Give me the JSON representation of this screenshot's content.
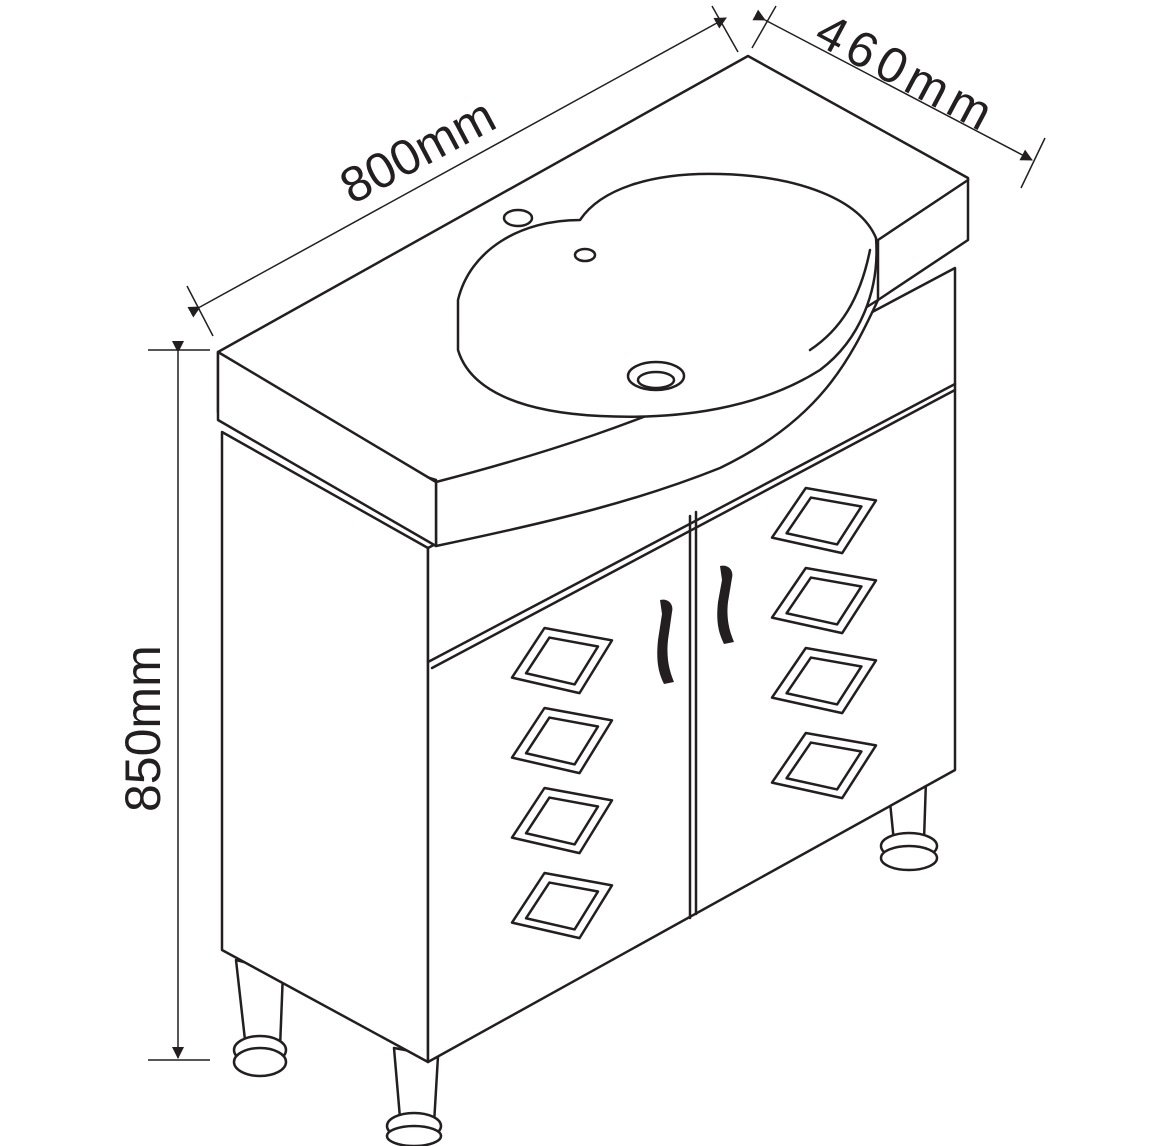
{
  "dimensions": {
    "width": "800mm",
    "depth": "460mm",
    "height": "850mm"
  },
  "colors": {
    "line": "#231f20",
    "background": "#ffffff"
  }
}
